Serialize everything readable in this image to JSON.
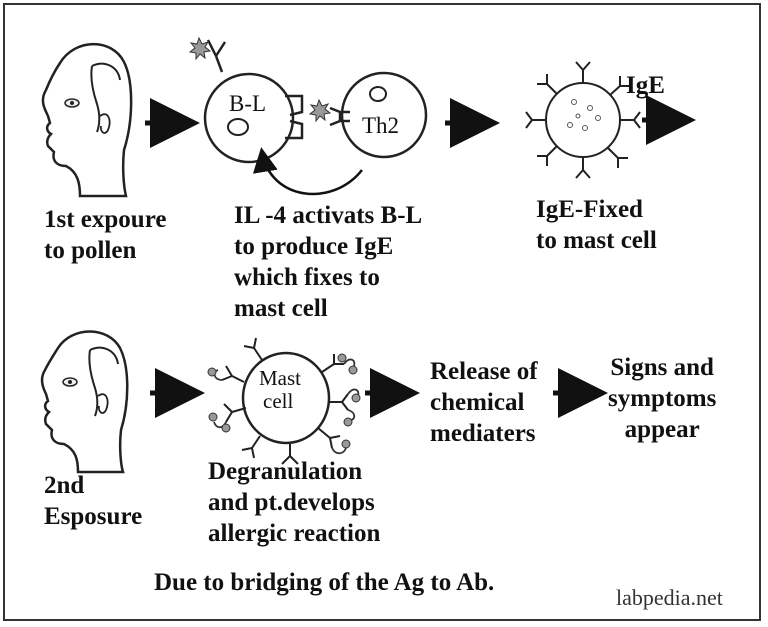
{
  "top_row": {
    "igE_label": "IgE",
    "b_cell_label": "B-L",
    "th2_label": "Th2",
    "caption_first_exposure": "1st expoure\nto pollen",
    "caption_il4": "IL -4 activats B-L\nto produce IgE\nwhich fixes to\nmast cell",
    "caption_ige_fixed": "IgE-Fixed\nto mast cell"
  },
  "bottom_row": {
    "mast_label": "Mast",
    "cell_label": "cell",
    "caption_second_exposure": "2nd\nEsposure",
    "caption_degranulation": "Degranulation\nand pt.develops\nallergic reaction",
    "caption_release": "Release of\nchemical\nmediaters",
    "caption_signs": "Signs and\nsymptoms\nappear"
  },
  "footer": {
    "title": "Due to bridging of the Ag to Ab.",
    "watermark": "labpedia.net"
  }
}
